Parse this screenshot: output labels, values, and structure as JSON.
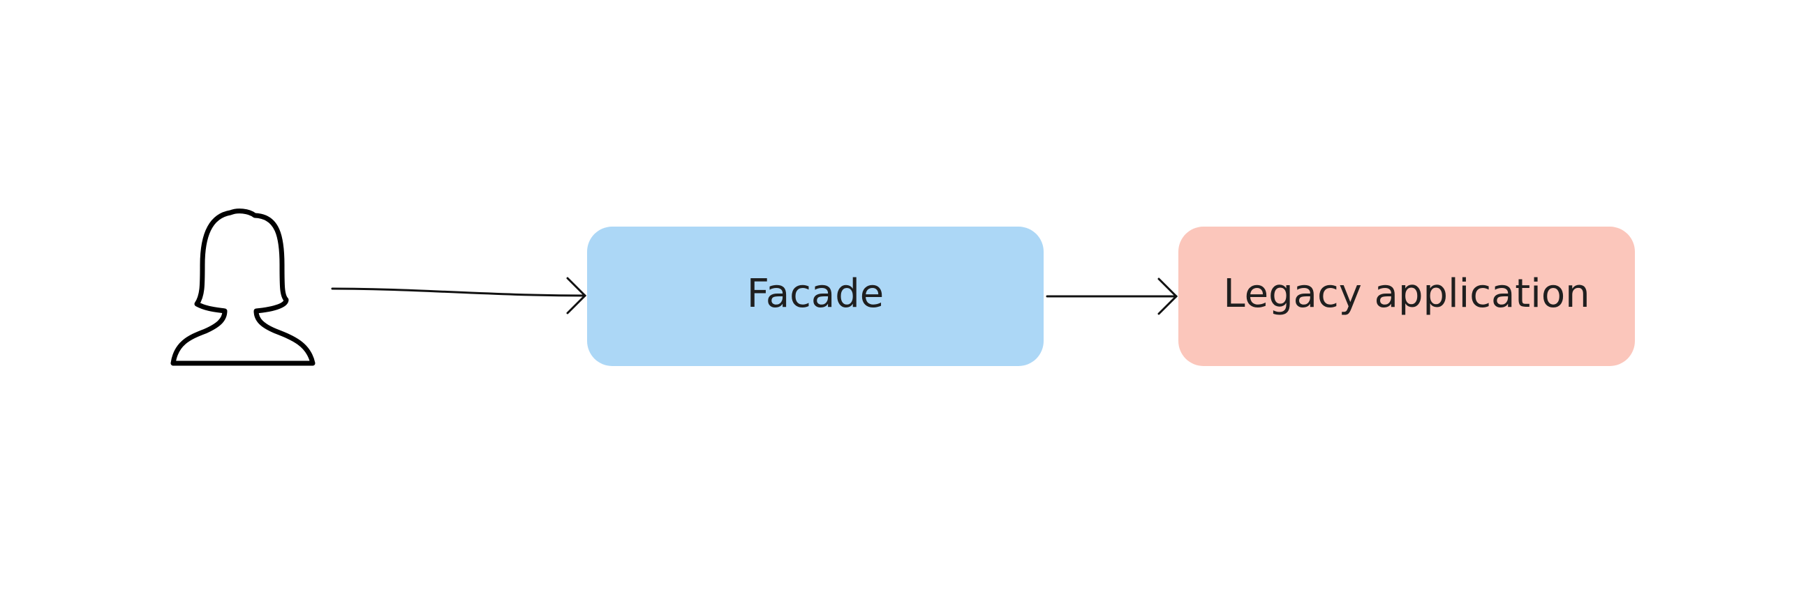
{
  "diagram": {
    "nodes": {
      "user": {
        "icon": "user-icon"
      },
      "facade": {
        "label": "Facade",
        "color": "#acd7f6"
      },
      "legacy": {
        "label": "Legacy application",
        "color": "#fbc6bb"
      }
    },
    "edges": [
      {
        "from": "user",
        "to": "facade"
      },
      {
        "from": "facade",
        "to": "legacy"
      }
    ]
  }
}
